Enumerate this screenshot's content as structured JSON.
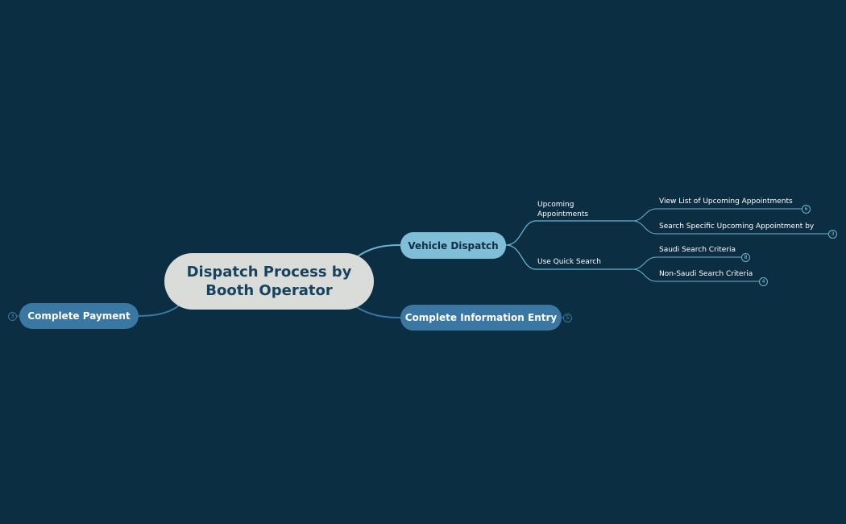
{
  "central_topic": "Dispatch Process by Booth Operator",
  "branches": {
    "vehicle_dispatch": {
      "label": "Vehicle Dispatch",
      "subtopics": {
        "upcoming_appointments": {
          "label": "Upcoming Appointments",
          "children": [
            {
              "label": "View List of Upcoming Appointments",
              "count": "6"
            },
            {
              "label": "Search Specific Upcoming Appointment by",
              "count": "3"
            }
          ]
        },
        "quick_search": {
          "label": "Use Quick Search",
          "children": [
            {
              "label": "Saudi Search Criteria",
              "count": "8"
            },
            {
              "label": "Non-Saudi Search Criteria",
              "count": "4"
            }
          ]
        }
      }
    },
    "information_entry": {
      "label": "Complete Information Entry",
      "count": "5"
    },
    "payment": {
      "label": "Complete Payment",
      "count": "3"
    }
  },
  "colors": {
    "background": "#0c2e42",
    "central_fill": "#d9dcd8",
    "central_text": "#17435e",
    "vehicle_fill": "#7ebfd7",
    "branch_fill": "#3a77a2",
    "connector": "#6fb3cf"
  }
}
